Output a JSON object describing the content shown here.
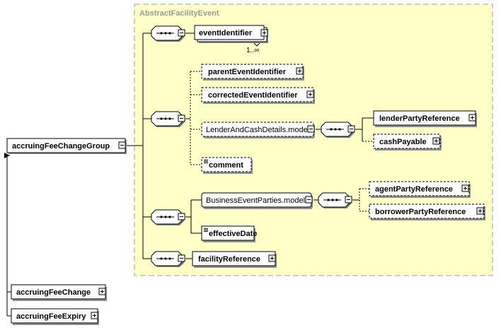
{
  "group": {
    "title": "AbstractFacilityEvent"
  },
  "root": {
    "label": "accruingFeeChangeGroup"
  },
  "elements": {
    "event_identifier": "eventIdentifier",
    "event_identifier_cardinality": "1..∞",
    "parent_event_identifier": "parentEventIdentifier",
    "corrected_event_identifier": "correctedEventIdentifier",
    "lender_and_cash_details": "LenderAndCashDetails.model",
    "lender_party_reference": "lenderPartyReference",
    "cash_payable": "cashPayable",
    "comment": "comment",
    "business_event_parties": "BusinessEventParties.model",
    "agent_party_reference": "agentPartyReference",
    "borrower_party_reference": "borrowerPartyReference",
    "effective_date": "effectiveDate",
    "facility_reference": "facilityReference"
  },
  "derived": {
    "accruing_fee_change": "accruingFeeChange",
    "accruing_fee_expiry": "accruingFeeExpiry"
  },
  "colors": {
    "group_fill": "#ffffc8",
    "group_border": "#a0a0a0",
    "shadow": "#909090"
  }
}
